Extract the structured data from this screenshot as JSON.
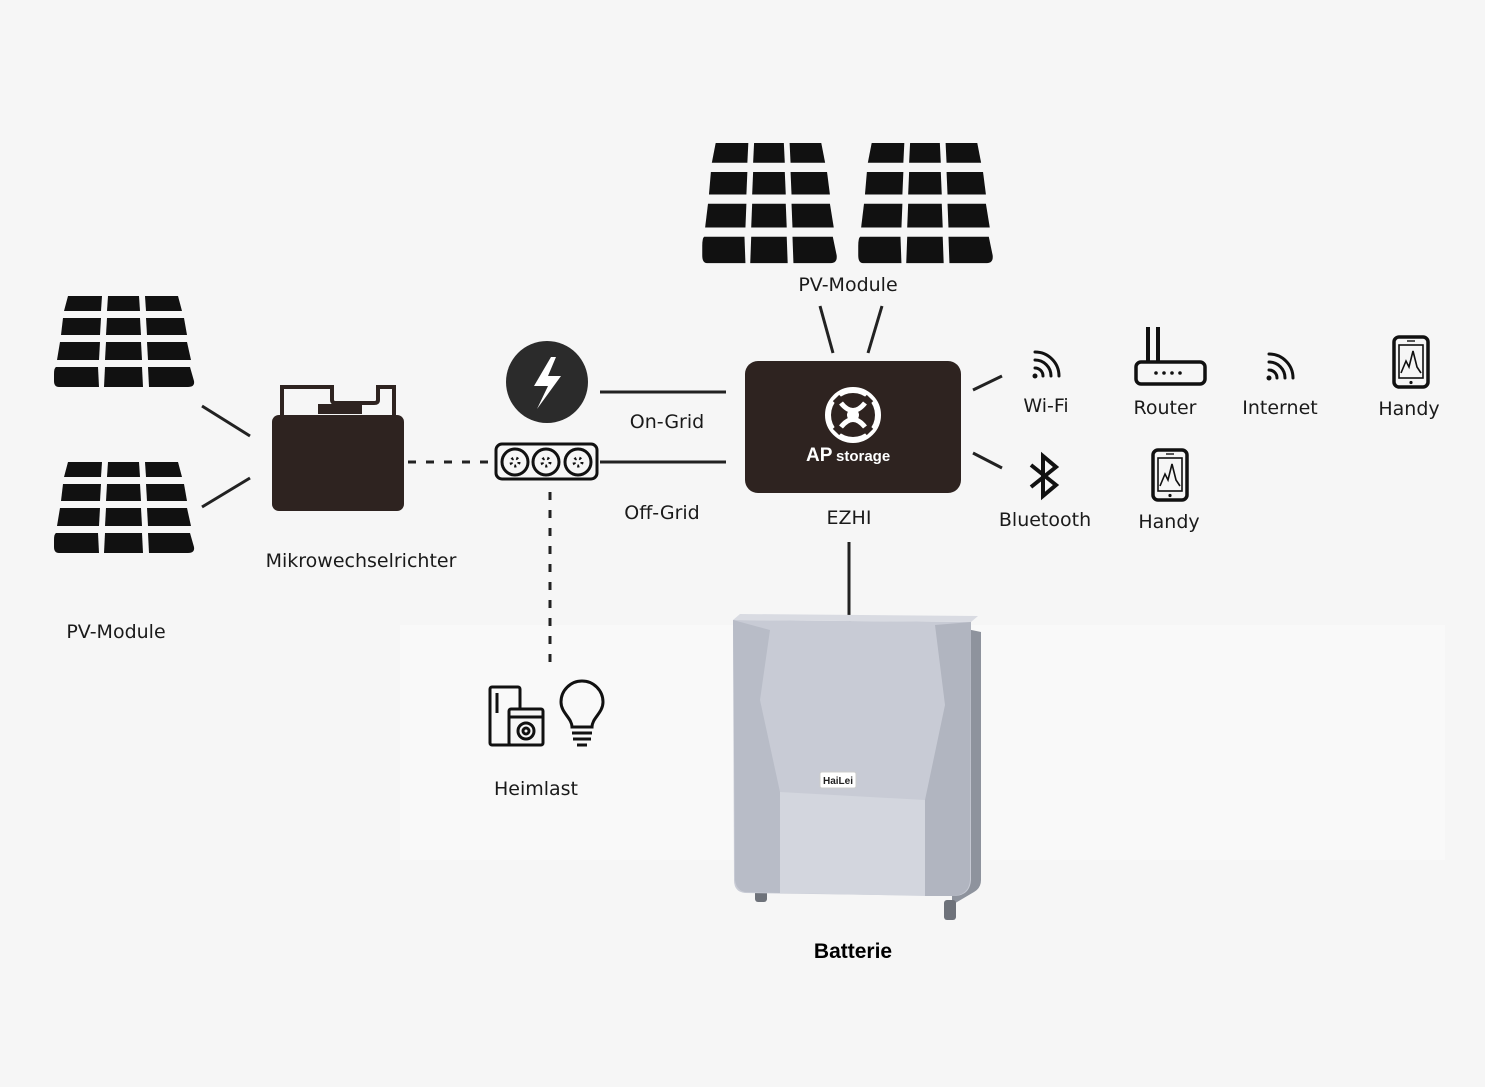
{
  "colors": {
    "background": "#f6f6f6",
    "icon": "#111111",
    "device_body": "#2e2320",
    "battery_light": "#c9ccd6",
    "battery_dark": "#a6aab5"
  },
  "labels": {
    "pv_left": "PV-Module",
    "pv_top": "PV-Module",
    "microinverter": "Mikrowechselrichter",
    "on_grid": "On-Grid",
    "off_grid": "Off-Grid",
    "ezhi": "EZHI",
    "wifi": "Wi-Fi",
    "router": "Router",
    "internet": "Internet",
    "handy_top": "Handy",
    "bluetooth": "Bluetooth",
    "handy_bottom": "Handy",
    "home_load": "Heimlast",
    "battery": "Batterie"
  },
  "ezhi_logo": {
    "ap": "AP",
    "storage": "storage"
  },
  "battery_brand": "HaiLei",
  "icons": {
    "pv": "solar-panel-icon",
    "grid": "lightning-bolt-icon",
    "socket": "power-strip-icon",
    "wifi": "wifi-icon",
    "router": "router-icon",
    "phone": "smartphone-icon",
    "bluetooth": "bluetooth-icon",
    "appliance": "fridge-washer-icon",
    "bulb": "light-bulb-icon"
  }
}
